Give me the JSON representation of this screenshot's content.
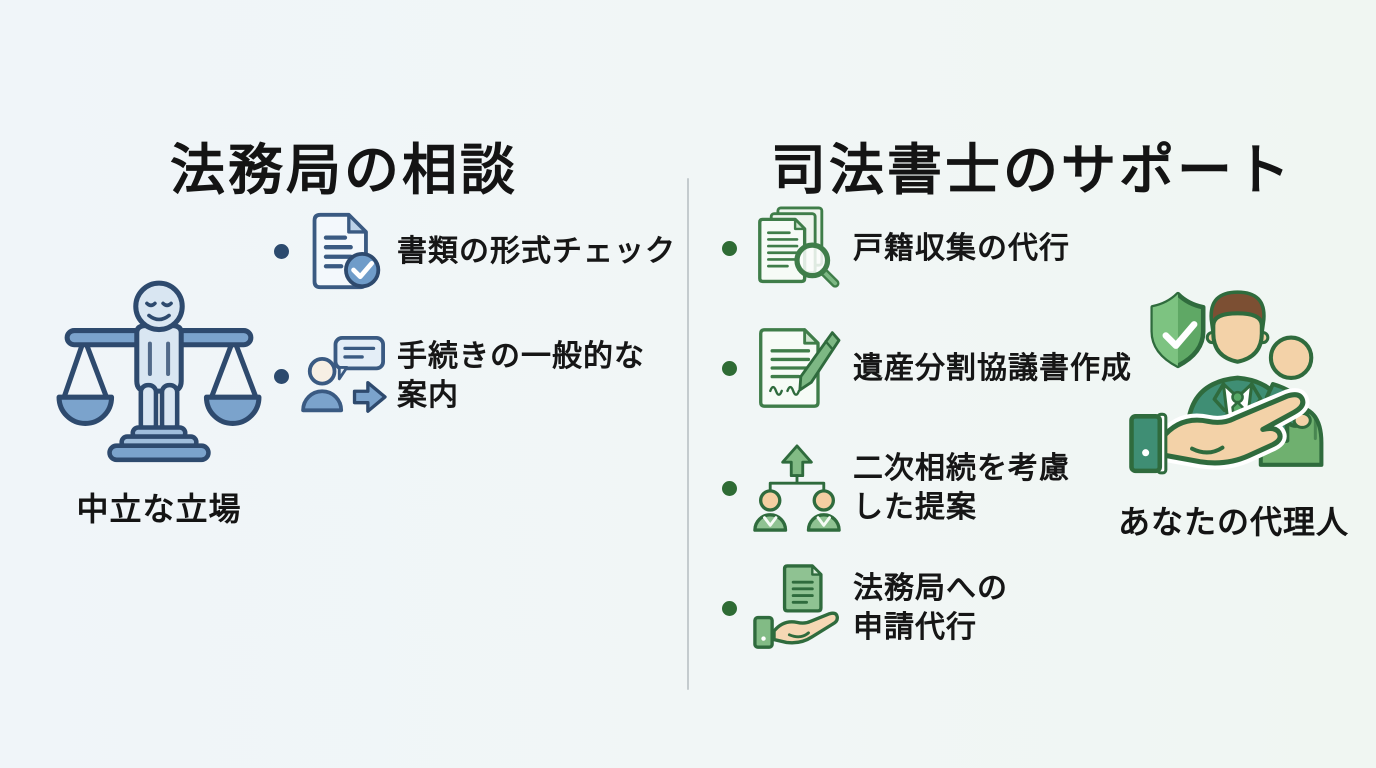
{
  "colors": {
    "background": "#f1f6f8",
    "text": "#141414",
    "divider": "#c4cbce",
    "left_accent": "#2c4a6e",
    "left_icon_mid": "#7ba3cc",
    "left_icon_light": "#d9e6f2",
    "right_accent": "#2f6b3d",
    "right_bullet": "#2e6b34",
    "right_icon_mid": "#82bb85",
    "right_icon_light": "#f6fbf6",
    "suit_green": "#3f8e74",
    "tie_green": "#57a966",
    "skin": "#f3d2a8",
    "hair_brown": "#7c4f33"
  },
  "left": {
    "title": "法務局の相談",
    "items": [
      {
        "icon": "document-check-icon",
        "text": "書類の形式チェック"
      },
      {
        "icon": "person-guidance-icon",
        "text": "手続きの一般的な\n案内"
      }
    ],
    "figure": {
      "icon": "balance-scale-person-icon",
      "caption": "中立な立場"
    }
  },
  "right": {
    "title": "司法書士のサポート",
    "items": [
      {
        "icon": "document-stack-search-icon",
        "text": "戸籍収集の代行"
      },
      {
        "icon": "document-pen-icon",
        "text": "遺産分割協議書作成"
      },
      {
        "icon": "family-tree-icon",
        "text": "二次相続を考慮\nした提案"
      },
      {
        "icon": "hand-document-icon",
        "text": "法務局への\n申請代行"
      }
    ],
    "figure": {
      "icon": "representative-shield-icon",
      "caption": "あなたの代理人"
    }
  }
}
